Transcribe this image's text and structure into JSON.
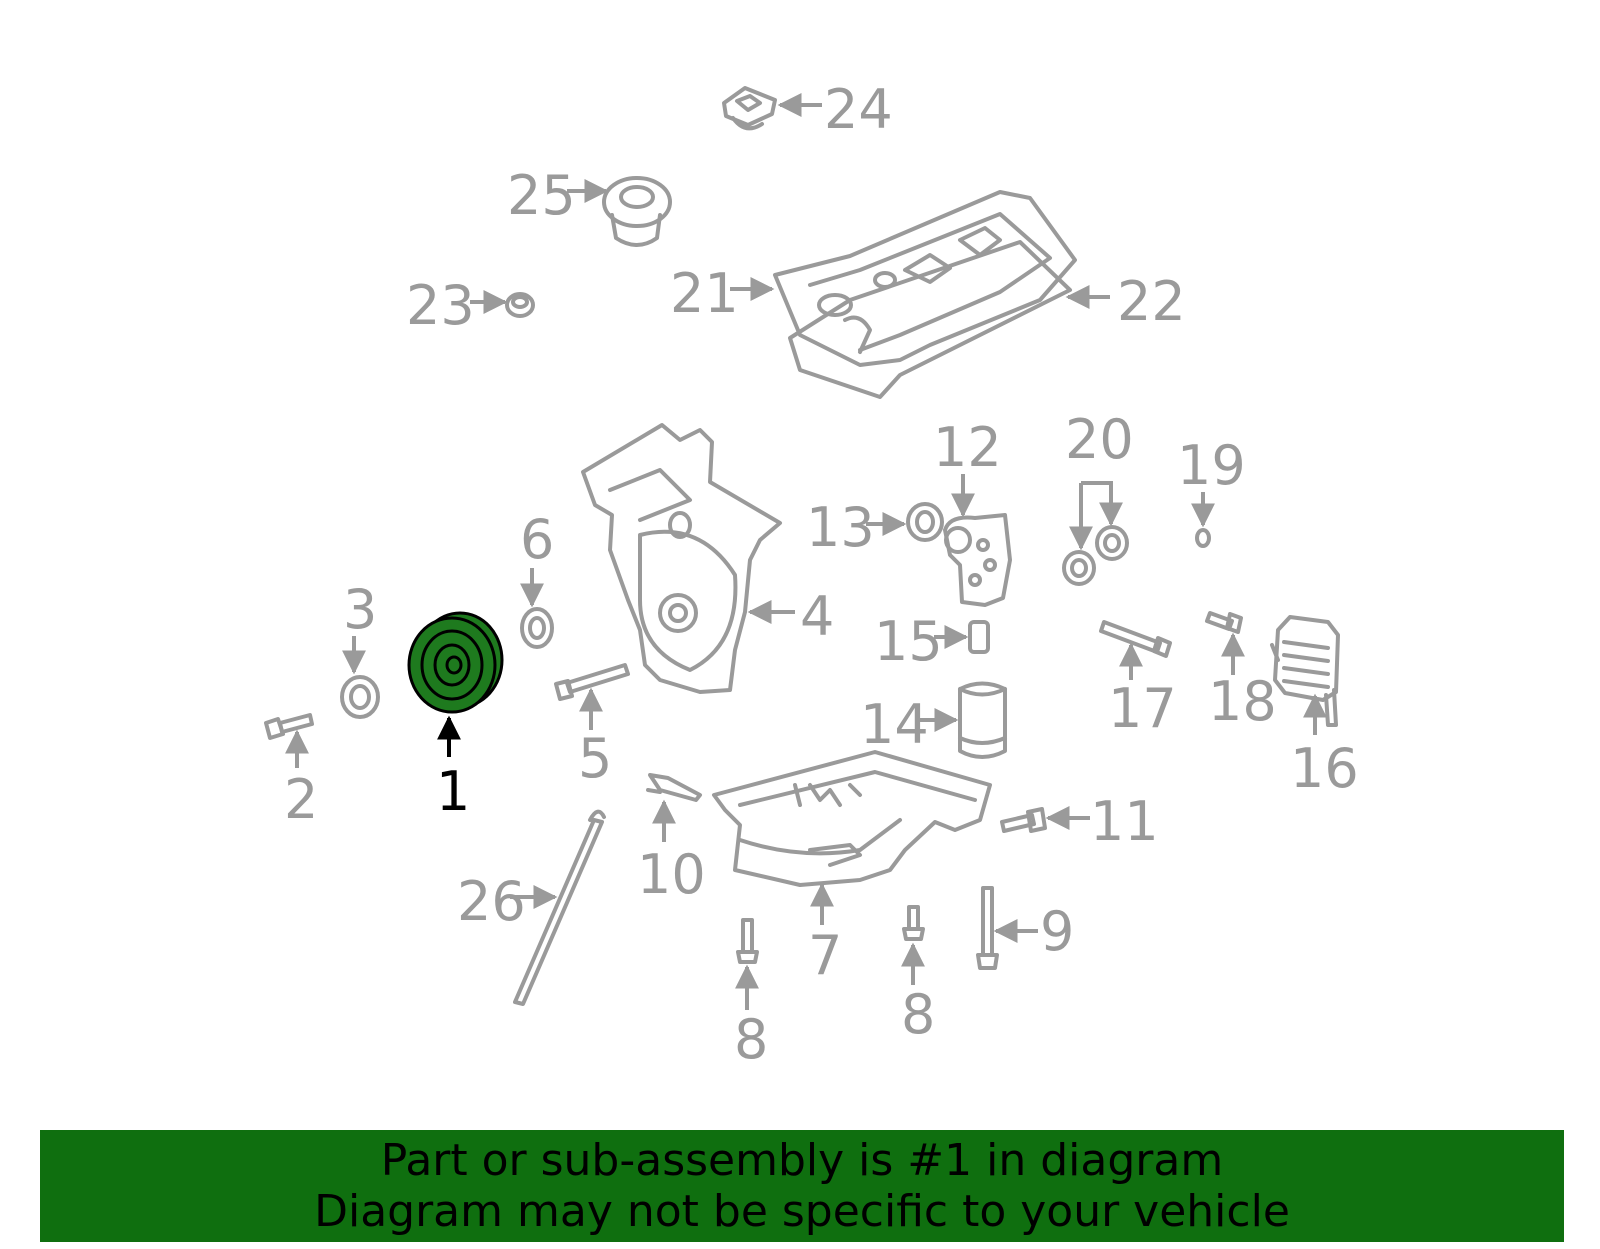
{
  "colors": {
    "part_line": "#9a9a9a",
    "highlight_fill": "#1e7a1e",
    "banner_bg": "#0f6f0f",
    "text_dark": "#000000"
  },
  "callouts": {
    "c1": "1",
    "c2": "2",
    "c3": "3",
    "c4": "4",
    "c5": "5",
    "c6": "6",
    "c7": "7",
    "c8a": "8",
    "c8b": "8",
    "c9": "9",
    "c10": "10",
    "c11": "11",
    "c12": "12",
    "c13": "13",
    "c14": "14",
    "c15": "15",
    "c16": "16",
    "c17": "17",
    "c18": "18",
    "c19": "19",
    "c20": "20",
    "c21": "21",
    "c22": "22",
    "c23": "23",
    "c24": "24",
    "c25": "25",
    "c26": "26"
  },
  "banner": {
    "line1": "Part or sub-assembly is #1 in diagram",
    "line2": "Diagram may not be specific to your vehicle"
  }
}
